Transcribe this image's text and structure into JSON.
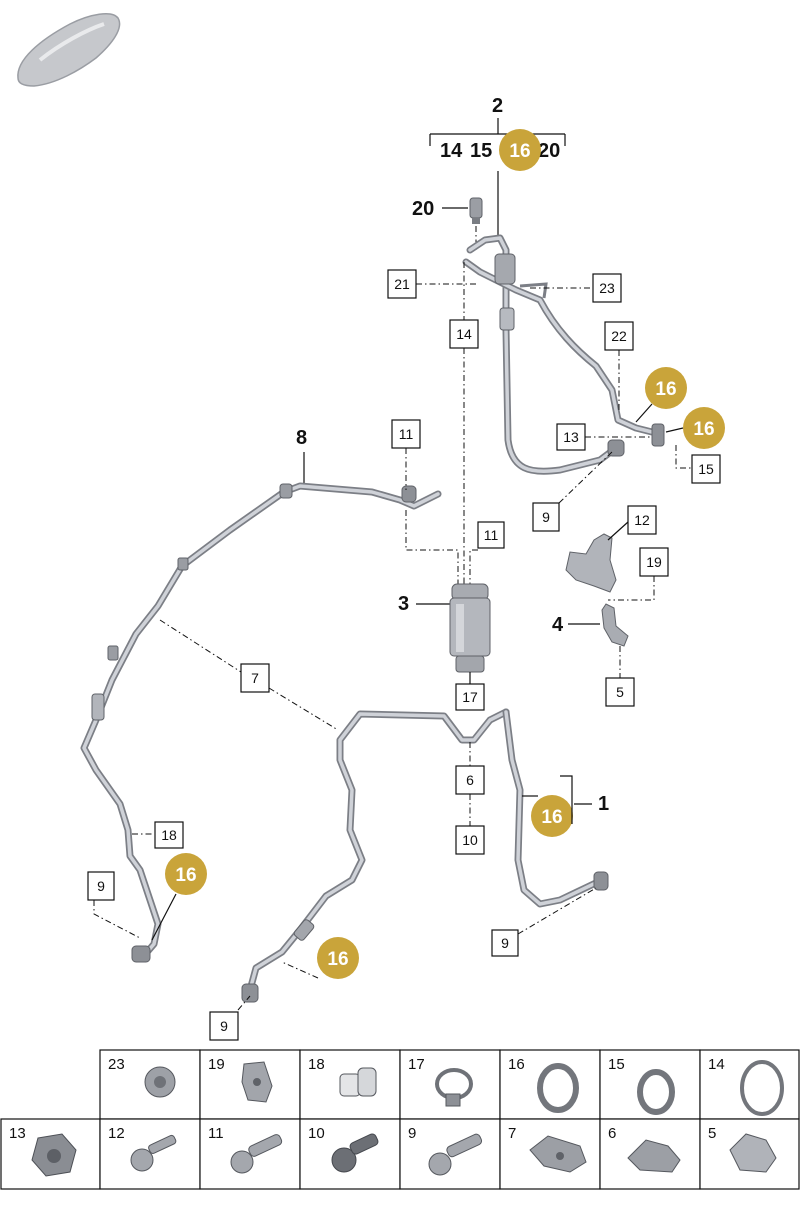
{
  "callouts_bold": {
    "c2": "2",
    "c14": "14",
    "c15": "15",
    "c20top": "20",
    "c20": "20",
    "c8": "8",
    "c3": "3",
    "c4": "4",
    "c1": "1"
  },
  "boxed": {
    "b21": "21",
    "b23": "23",
    "b14": "14",
    "b22": "22",
    "b13": "13",
    "b15": "15",
    "b9a": "9",
    "b11a": "11",
    "b11b": "11",
    "b12": "12",
    "b19": "19",
    "b5": "5",
    "b7": "7",
    "b17": "17",
    "b6": "6",
    "b10": "10",
    "b18": "18",
    "b9b": "9",
    "b9c": "9",
    "b9d": "9"
  },
  "gold_badge": "16",
  "parts_table": {
    "row1": [
      "23",
      "19",
      "18",
      "17",
      "16",
      "15",
      "14"
    ],
    "row2": [
      "13",
      "12",
      "11",
      "10",
      "9",
      "7",
      "6",
      "5"
    ]
  },
  "colors": {
    "badge": "#c9a43a",
    "pipe": "#7c7f86"
  }
}
